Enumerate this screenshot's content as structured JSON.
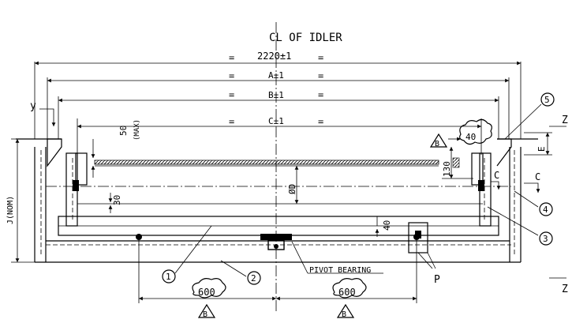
{
  "drawing": {
    "title": "CL OF IDLER",
    "dims": {
      "overall": "2220±1",
      "a": "A±1",
      "b": "B±1",
      "c": "C±1",
      "max50": "50",
      "max_note": "(MAX)",
      "d": "ØD",
      "e": "E",
      "j": "J(NOM)",
      "d130": "130",
      "d30": "30",
      "d40": "40",
      "d600_left": "600",
      "d600_right": "600",
      "d40_cloud": "40"
    },
    "eq": "=",
    "letters": {
      "y": "y",
      "z_top": "Z",
      "z_bottom": "Z",
      "c_right": "C",
      "c_inner": "C",
      "p": "P",
      "b": "B"
    },
    "callouts": [
      "1",
      "2",
      "3",
      "4",
      "5"
    ],
    "pivot_label": "PIVOT BEARING"
  }
}
